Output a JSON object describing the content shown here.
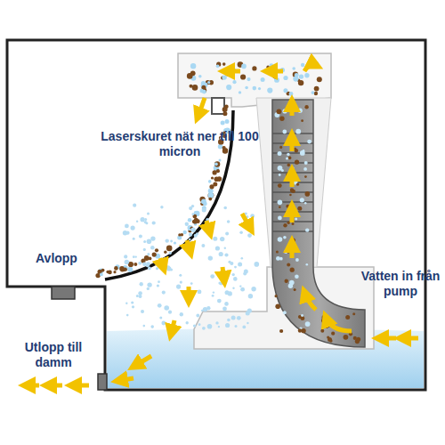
{
  "diagram": {
    "labels": [
      "Laserskuret nät ner till 100 micron",
      "Avlopp",
      "Vatten in från pump",
      "Utlopp till damm"
    ]
  }
}
